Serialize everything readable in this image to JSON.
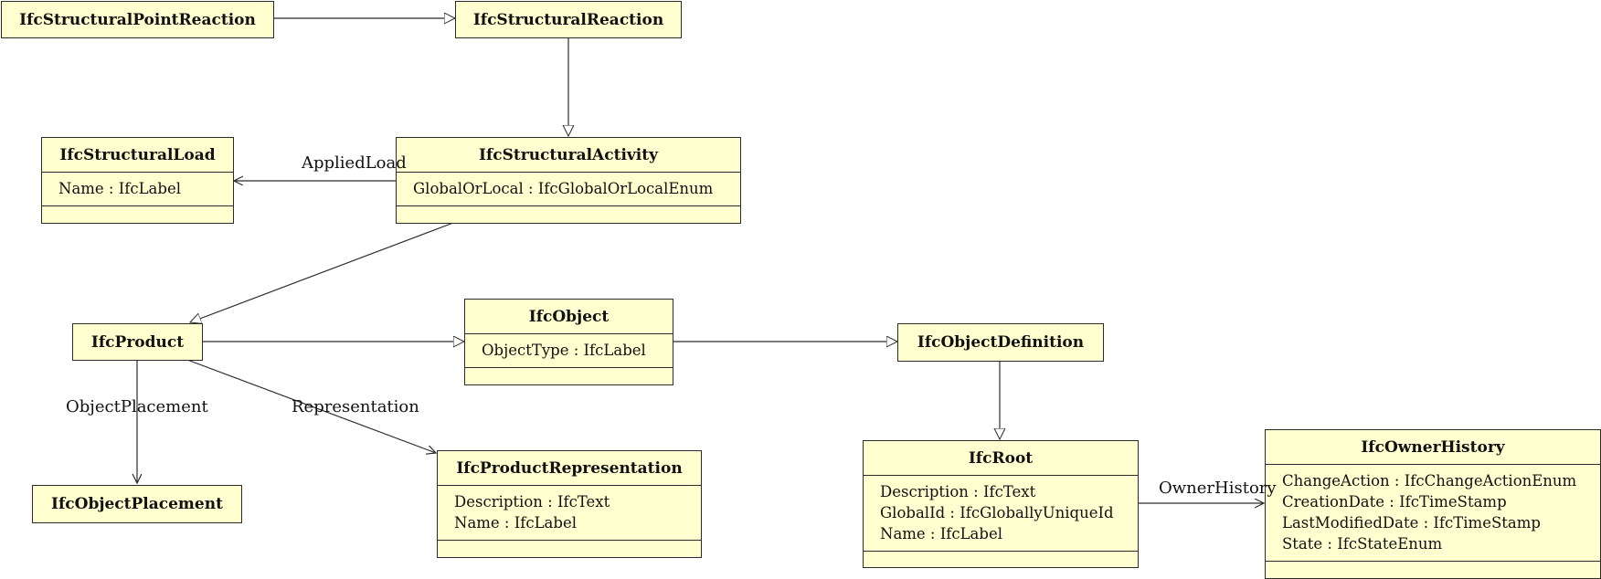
{
  "classes": {
    "point_reaction": {
      "name": "IfcStructuralPointReaction"
    },
    "reaction": {
      "name": "IfcStructuralReaction"
    },
    "load": {
      "name": "IfcStructuralLoad",
      "attrs": [
        "Name : IfcLabel"
      ]
    },
    "activity": {
      "name": "IfcStructuralActivity",
      "attrs": [
        "GlobalOrLocal : IfcGlobalOrLocalEnum"
      ]
    },
    "product": {
      "name": "IfcProduct"
    },
    "object": {
      "name": "IfcObject",
      "attrs": [
        "ObjectType : IfcLabel"
      ]
    },
    "object_definition": {
      "name": "IfcObjectDefinition"
    },
    "placement": {
      "name": "IfcObjectPlacement"
    },
    "representation": {
      "name": "IfcProductRepresentation",
      "attrs": [
        "Description : IfcText",
        "Name : IfcLabel"
      ]
    },
    "root": {
      "name": "IfcRoot",
      "attrs": [
        "Description : IfcText",
        "GlobalId : IfcGloballyUniqueId",
        "Name : IfcLabel"
      ]
    },
    "owner_history": {
      "name": "IfcOwnerHistory",
      "attrs": [
        "ChangeAction : IfcChangeActionEnum",
        "CreationDate : IfcTimeStamp",
        "LastModifiedDate : IfcTimeStamp",
        "State : IfcStateEnum"
      ]
    }
  },
  "associations": {
    "applied_load": "AppliedLoad",
    "object_placement": "ObjectPlacement",
    "representation": "Representation",
    "owner_history": "OwnerHistory"
  },
  "colors": {
    "class_fill": "#ffffcf",
    "line": "#2b2b2b"
  }
}
